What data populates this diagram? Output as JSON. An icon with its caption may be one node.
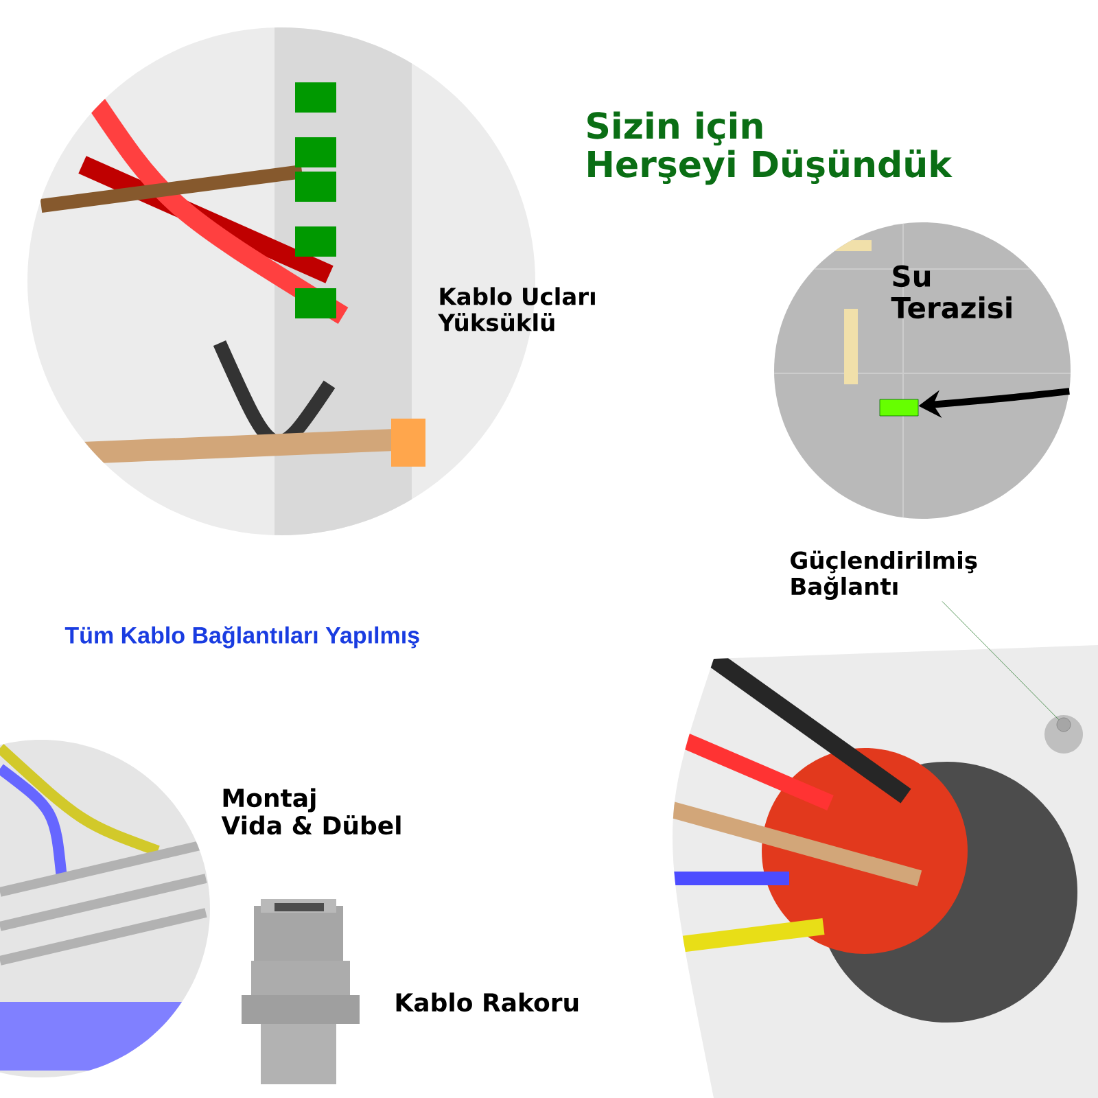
{
  "diagram": {
    "title": "Sizin için Herşeyi Düşündük",
    "nodes": [
      {
        "text": [
          "Güçlendirilmiş Bağlantı"
        ]
      },
      {
        "text": [],
        "shape": "circle"
      },
      {
        "text": [
          "Su Terazisi"
        ]
      },
      {
        "text": [],
        "shape": "box",
        "in": 2
      }
    ],
    "edges": [
      {
        "from": 0,
        "to": 1,
        "arrow": "none",
        "color": "#2e7d32"
      },
      {
        "from": 2,
        "to": 3,
        "arrow": "to",
        "style": "thick",
        "color": "#000000"
      }
    ],
    "labels": [
      "Kablo Ucları Yüksüklü",
      "Tüm Kablo Bağlantıları Yapılmış",
      "Montaj Vida & Dübel",
      "Kablo Rakoru"
    ]
  }
}
